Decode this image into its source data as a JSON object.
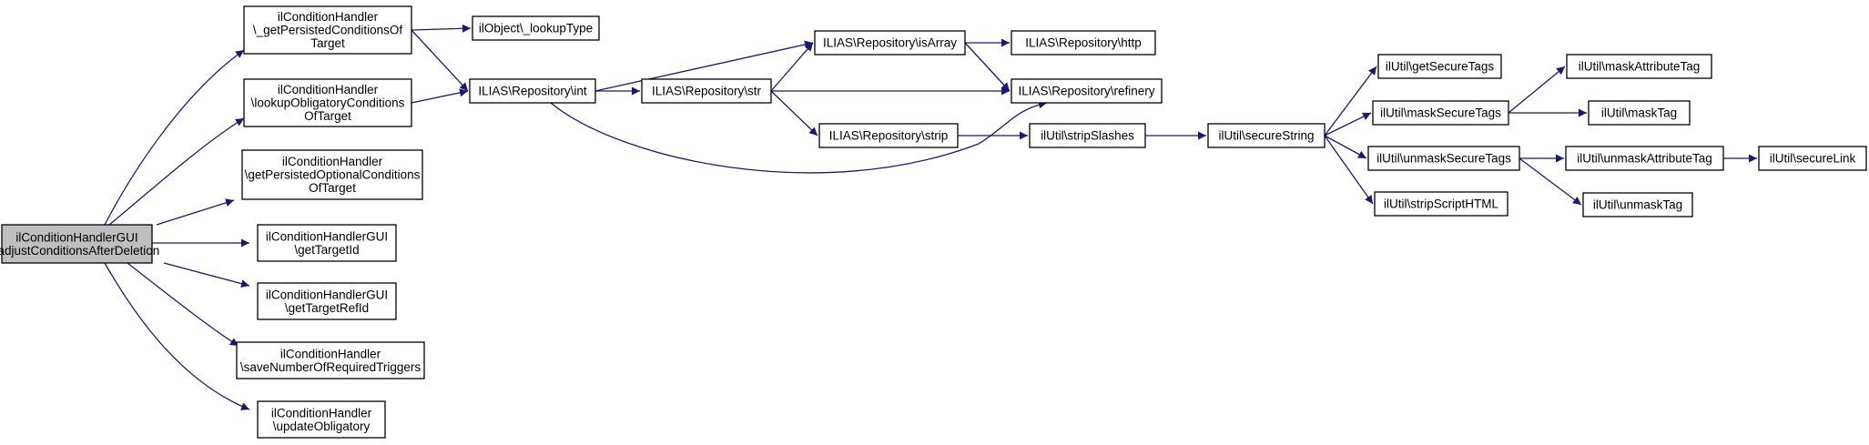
{
  "colors": {
    "edge": "#191970",
    "node_fill": "#ffffff",
    "root_fill": "#bfbfbf",
    "border": "#000000"
  },
  "nodes": [
    {
      "id": "root",
      "lines": [
        "ilConditionHandlerGUI",
        "\\adjustConditionsAfterDeletion"
      ],
      "root": true
    },
    {
      "id": "gpcot",
      "lines": [
        "ilConditionHandler",
        "\\_getPersistedConditionsOf",
        "Target"
      ]
    },
    {
      "id": "locot",
      "lines": [
        "ilConditionHandler",
        "\\lookupObligatoryConditions",
        "OfTarget"
      ]
    },
    {
      "id": "gpocot",
      "lines": [
        "ilConditionHandler",
        "\\getPersistedOptionalConditions",
        "OfTarget"
      ]
    },
    {
      "id": "gtid",
      "lines": [
        "ilConditionHandlerGUI",
        "\\getTargetId"
      ]
    },
    {
      "id": "gtrid",
      "lines": [
        "ilConditionHandlerGUI",
        "\\getTargetRefId"
      ]
    },
    {
      "id": "snort",
      "lines": [
        "ilConditionHandler",
        "\\saveNumberOfRequiredTriggers"
      ]
    },
    {
      "id": "uobl",
      "lines": [
        "ilConditionHandler",
        "\\updateObligatory"
      ]
    },
    {
      "id": "lookup",
      "lines": [
        "ilObject\\_lookupType"
      ]
    },
    {
      "id": "int",
      "lines": [
        "ILIAS\\Repository\\int"
      ]
    },
    {
      "id": "isarr",
      "lines": [
        "ILIAS\\Repository\\isArray"
      ]
    },
    {
      "id": "str",
      "lines": [
        "ILIAS\\Repository\\str"
      ]
    },
    {
      "id": "strip",
      "lines": [
        "ILIAS\\Repository\\strip"
      ]
    },
    {
      "id": "http",
      "lines": [
        "ILIAS\\Repository\\http"
      ]
    },
    {
      "id": "ref",
      "lines": [
        "ILIAS\\Repository\\refinery"
      ]
    },
    {
      "id": "ss",
      "lines": [
        "ilUtil\\stripSlashes"
      ]
    },
    {
      "id": "sec",
      "lines": [
        "ilUtil\\secureString"
      ]
    },
    {
      "id": "gst",
      "lines": [
        "ilUtil\\getSecureTags"
      ]
    },
    {
      "id": "mst",
      "lines": [
        "ilUtil\\maskSecureTags"
      ]
    },
    {
      "id": "umst",
      "lines": [
        "ilUtil\\unmaskSecureTags"
      ]
    },
    {
      "id": "ssh",
      "lines": [
        "ilUtil\\stripScriptHTML"
      ]
    },
    {
      "id": "mat",
      "lines": [
        "ilUtil\\maskAttributeTag"
      ]
    },
    {
      "id": "mt",
      "lines": [
        "ilUtil\\maskTag"
      ]
    },
    {
      "id": "umat",
      "lines": [
        "ilUtil\\unmaskAttributeTag"
      ]
    },
    {
      "id": "umt",
      "lines": [
        "ilUtil\\unmaskTag"
      ]
    },
    {
      "id": "sl",
      "lines": [
        "ilUtil\\secureLink"
      ]
    }
  ],
  "edges": [
    [
      "root",
      "gpcot"
    ],
    [
      "root",
      "locot"
    ],
    [
      "root",
      "gpocot"
    ],
    [
      "root",
      "gtid"
    ],
    [
      "root",
      "gtrid"
    ],
    [
      "root",
      "snort"
    ],
    [
      "root",
      "uobl"
    ],
    [
      "gpcot",
      "lookup"
    ],
    [
      "gpcot",
      "int"
    ],
    [
      "locot",
      "int"
    ],
    [
      "int",
      "isarr"
    ],
    [
      "int",
      "str"
    ],
    [
      "int",
      "ref"
    ],
    [
      "str",
      "isarr"
    ],
    [
      "str",
      "ref"
    ],
    [
      "str",
      "strip"
    ],
    [
      "isarr",
      "http"
    ],
    [
      "isarr",
      "ref"
    ],
    [
      "strip",
      "ss"
    ],
    [
      "ss",
      "sec"
    ],
    [
      "sec",
      "gst"
    ],
    [
      "sec",
      "mst"
    ],
    [
      "sec",
      "umst"
    ],
    [
      "sec",
      "ssh"
    ],
    [
      "mst",
      "mat"
    ],
    [
      "mst",
      "mt"
    ],
    [
      "umst",
      "umat"
    ],
    [
      "umst",
      "umt"
    ],
    [
      "umat",
      "sl"
    ]
  ]
}
